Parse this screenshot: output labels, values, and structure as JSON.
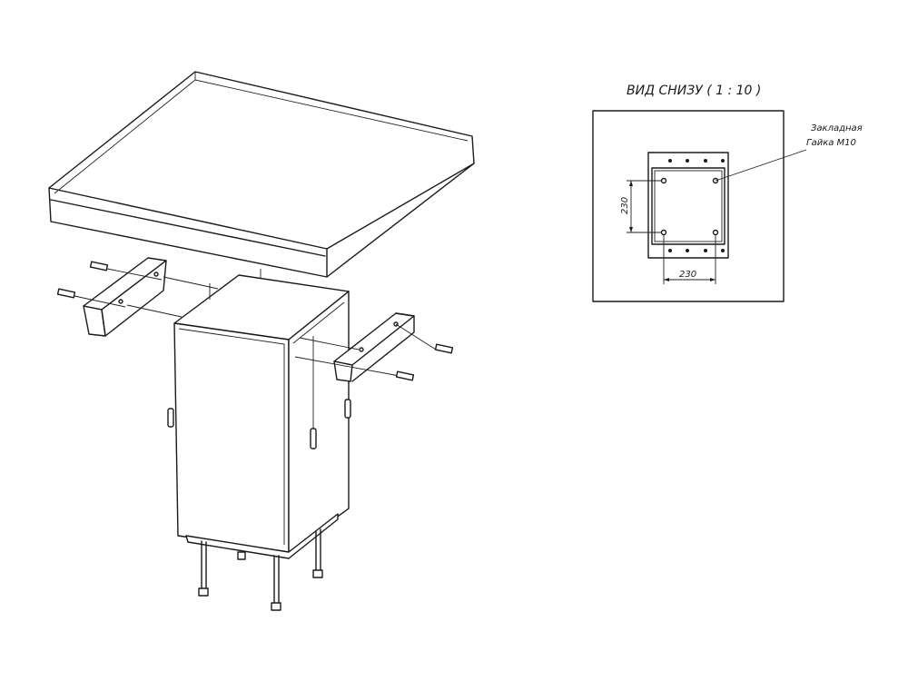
{
  "view_title": "ВИД СНИЗУ ( 1 : 10 )",
  "callout": {
    "line1": "Закладная",
    "line2": "Гайка М10"
  },
  "dimensions": {
    "vertical": "230",
    "horizontal": "230"
  }
}
